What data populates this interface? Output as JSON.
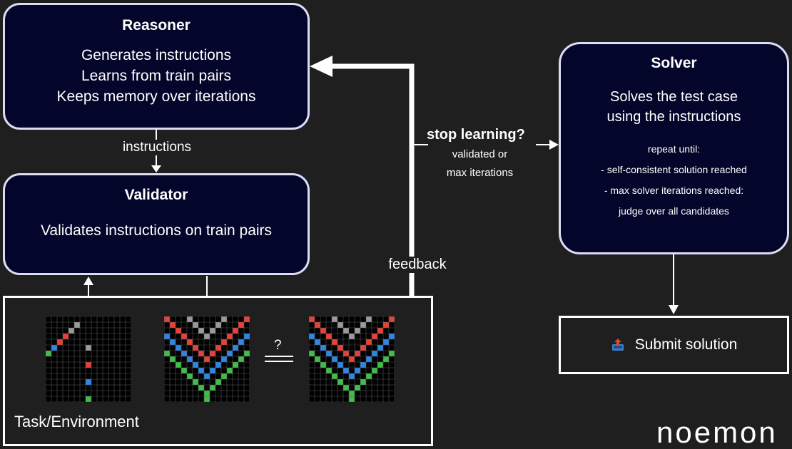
{
  "reasoner": {
    "title": "Reasoner",
    "lines": [
      "Generates instructions",
      "Learns from train pairs",
      "Keeps memory over iterations"
    ]
  },
  "validator": {
    "title": "Validator",
    "line": "Validates instructions on train pairs"
  },
  "solver": {
    "title": "Solver",
    "lines": [
      "Solves the test case",
      "using the instructions"
    ],
    "repeat_lines": [
      "repeat until:",
      "- self-consistent solution reached",
      "- max solver iterations reached:",
      "judge over all candidates"
    ]
  },
  "submit": {
    "icon": "outbox-tray-icon",
    "label": "Submit solution"
  },
  "edges": {
    "instructions": "instructions",
    "feedback": "feedback",
    "stop_learning": "stop learning?",
    "stop_sub": [
      "validated or",
      "max iterations"
    ]
  },
  "environment": {
    "label": "Task/Environment",
    "compare_symbol": "?"
  },
  "brand": "noemon",
  "colors": {
    "box_fill": "#04052a",
    "box_border": "#dcdcf5",
    "background": "#1f1f1f",
    "gray": "#9a9a9a",
    "red": "#e8413a",
    "blue": "#2e86e6",
    "green": "#3fbf4a"
  }
}
